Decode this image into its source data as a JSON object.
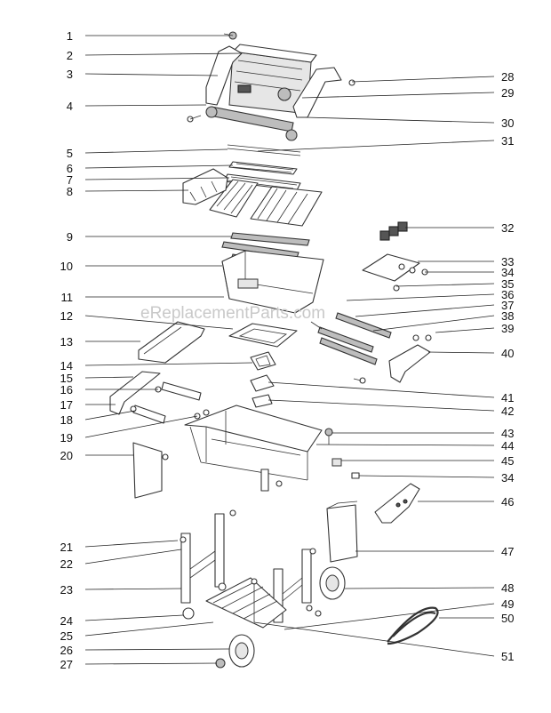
{
  "watermark": "eReplacementParts.com",
  "callouts": [
    {
      "n": "1"
    },
    {
      "n": "2"
    },
    {
      "n": "3"
    },
    {
      "n": "4"
    },
    {
      "n": "5"
    },
    {
      "n": "6"
    },
    {
      "n": "7"
    },
    {
      "n": "8"
    },
    {
      "n": "9"
    },
    {
      "n": "10"
    },
    {
      "n": "11"
    },
    {
      "n": "12"
    },
    {
      "n": "13"
    },
    {
      "n": "14"
    },
    {
      "n": "15"
    },
    {
      "n": "16"
    },
    {
      "n": "17"
    },
    {
      "n": "18"
    },
    {
      "n": "19"
    },
    {
      "n": "20"
    },
    {
      "n": "21"
    },
    {
      "n": "22"
    },
    {
      "n": "23"
    },
    {
      "n": "24"
    },
    {
      "n": "25"
    },
    {
      "n": "26"
    },
    {
      "n": "27"
    },
    {
      "n": "28"
    },
    {
      "n": "29"
    },
    {
      "n": "30"
    },
    {
      "n": "31"
    },
    {
      "n": "32"
    },
    {
      "n": "33"
    },
    {
      "n": "34"
    },
    {
      "n": "35"
    },
    {
      "n": "36"
    },
    {
      "n": "37"
    },
    {
      "n": "38"
    },
    {
      "n": "39"
    },
    {
      "n": "40"
    },
    {
      "n": "41"
    },
    {
      "n": "42"
    },
    {
      "n": "43"
    },
    {
      "n": "44"
    },
    {
      "n": "45"
    },
    {
      "n": "34"
    },
    {
      "n": "46"
    },
    {
      "n": "47"
    },
    {
      "n": "48"
    },
    {
      "n": "49"
    },
    {
      "n": "50"
    },
    {
      "n": "51"
    }
  ]
}
